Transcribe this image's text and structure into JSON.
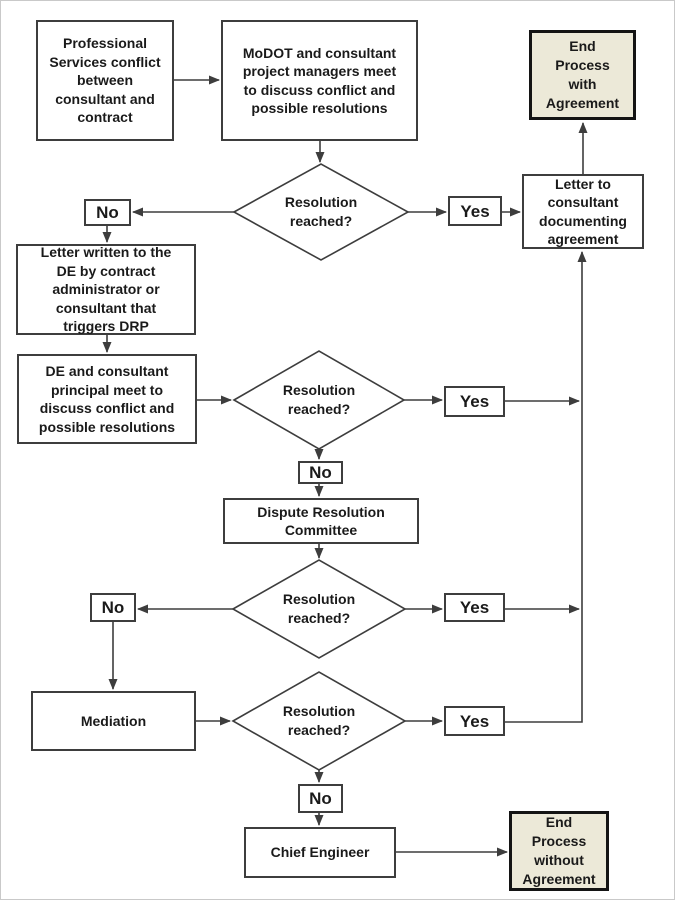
{
  "flowchart": {
    "colors": {
      "background": "#ffffff",
      "line_color": "#3d3d3d",
      "text_color": "#1a1a1a",
      "terminator_fill": "#ece9d8",
      "terminator_border": "#141414"
    },
    "nodes": {
      "start": {
        "label": "Professional\nServices conflict\nbetween\nconsultant and\ncontract"
      },
      "modot_meeting": {
        "label": "MoDOT and consultant\nproject managers meet\nto discuss conflict and\npossible resolutions"
      },
      "end_with_agreement": {
        "label": "End\nProcess\nwith\nAgreement"
      },
      "decision1": {
        "label": "Resolution\nreached?"
      },
      "no1": {
        "label": "No"
      },
      "yes1": {
        "label": "Yes"
      },
      "letter_consultant": {
        "label": "Letter to\nconsultant\ndocumenting\nagreement"
      },
      "letter_de": {
        "label": "Letter written to the\nDE by contract\nadministrator or\nconsultant that\ntriggers DRP"
      },
      "de_meeting": {
        "label": "DE and consultant\nprincipal meet to\ndiscuss conflict and\npossible resolutions"
      },
      "decision2": {
        "label": "Resolution\nreached?"
      },
      "yes2": {
        "label": "Yes"
      },
      "no2": {
        "label": "No"
      },
      "committee": {
        "label": "Dispute Resolution\nCommittee"
      },
      "decision3": {
        "label": "Resolution\nreached?"
      },
      "no3": {
        "label": "No"
      },
      "yes3": {
        "label": "Yes"
      },
      "mediation": {
        "label": "Mediation"
      },
      "decision4": {
        "label": "Resolution\nreached?"
      },
      "yes4": {
        "label": "Yes"
      },
      "no4": {
        "label": "No"
      },
      "chief_engineer": {
        "label": "Chief Engineer"
      },
      "end_without_agreement": {
        "label": "End\nProcess\nwithout\nAgreement"
      }
    }
  }
}
